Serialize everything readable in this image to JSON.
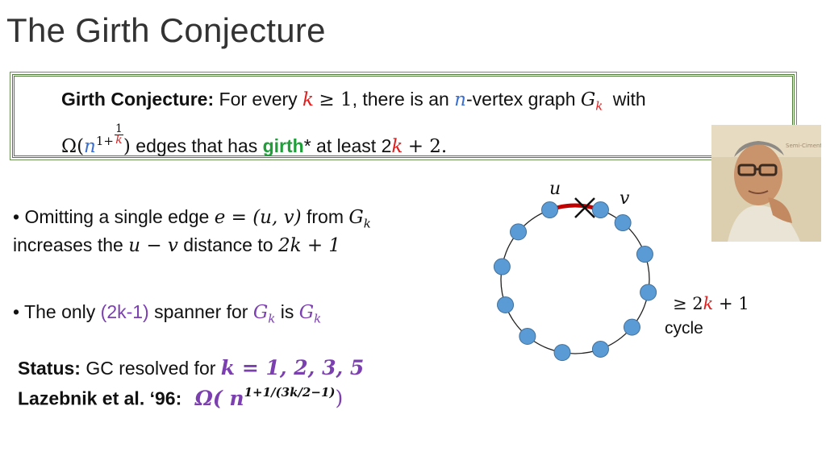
{
  "title": "The Girth Conjecture",
  "conjecture": {
    "label": "Girth Conjecture:",
    "text_for_every": "For every",
    "k": "k",
    "geq_one": "≥ 1",
    "text_there": ", there is an",
    "n": "n",
    "text_vertex": "-vertex graph",
    "G": "G",
    "sub_k": "k",
    "text_with": "with",
    "omega": "Ω(",
    "exp_base": "1+",
    "frac_num": "1",
    "frac_den": "k",
    "close": ")",
    "text_edges": "edges that has",
    "girth": "girth",
    "star": "*",
    "text_atleast": "at least 2",
    "plus_two": "+ 2."
  },
  "bullet1": {
    "marker": "•",
    "text_a": "Omitting a single edge",
    "eq": "e = (u, v)",
    "text_from": "from",
    "G": "G",
    "sub": "k",
    "line2_a": "increases the",
    "uv": "u − v",
    "line2_b": "distance to",
    "dist": "2k + 1"
  },
  "bullet2": {
    "marker": "•",
    "text_a": "The only",
    "spanner": "(2k-1)",
    "text_b": "spanner for",
    "G": "G",
    "sub": "k",
    "text_is": "is"
  },
  "status": {
    "label": "Status:",
    "text": "GC resolved for",
    "values": "k = 1, 2, 3, 5"
  },
  "lazebnik": {
    "label": "Lazebnik et al.  ‘96:",
    "omega": "Ω( n",
    "exp": "1+1/(3k/2−1)",
    "close": ")"
  },
  "diagram": {
    "u_label": "u",
    "v_label": "v",
    "cycle_geq": "≥ 2",
    "cycle_k": "k",
    "cycle_plus": " + 1",
    "cycle_word": "cycle",
    "vertex_color": "#5b9bd5",
    "edge_color": "#c00000",
    "vertex_count": 12
  },
  "photo": {
    "caption": "Semi-Ciment"
  },
  "colors": {
    "red": "#e01e1e",
    "blue": "#3b6fcf",
    "green": "#1f9e3a",
    "purple": "#7b3fb0",
    "box_border": "#4e7a3a"
  }
}
